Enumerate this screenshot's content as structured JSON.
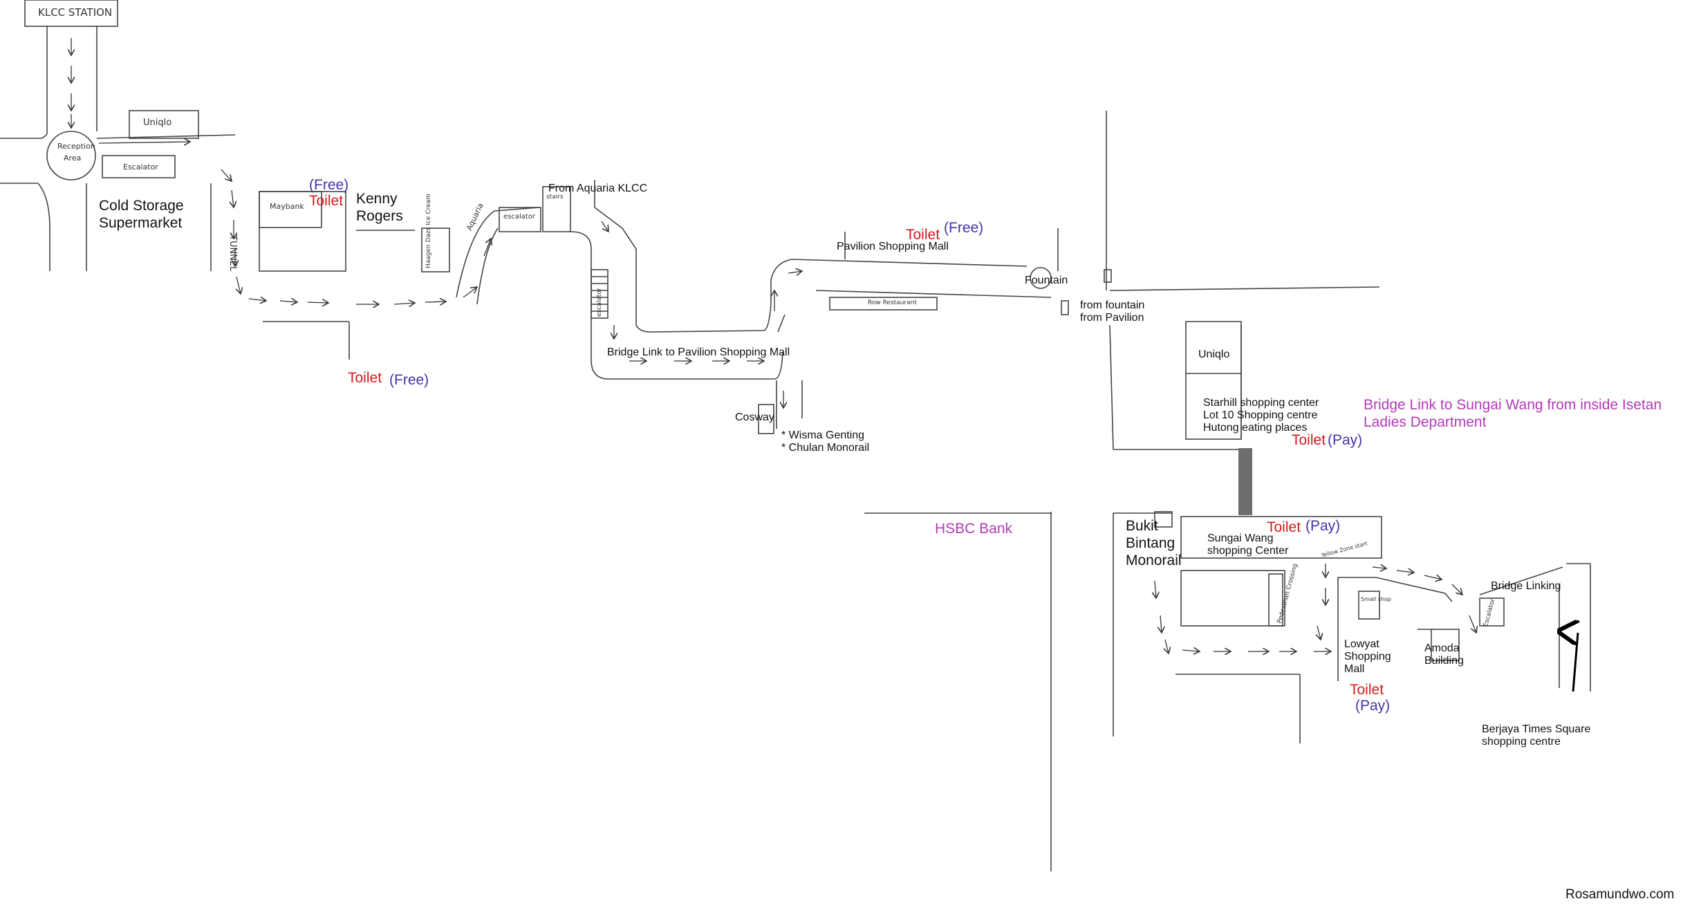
{
  "map_labels": {
    "klcc_station": "KLCC STATION",
    "reception_area_line1": "Reception",
    "reception_area_line2": "Area",
    "uniqlo_top": "Uniqlo",
    "escalator_top": "Escalator",
    "cold_storage_line1": "Cold Storage",
    "cold_storage_line2": "Supermarket",
    "tunnel": "TUNNEL",
    "maybank": "Maybank",
    "toilet_free_1_price": "(Free)",
    "toilet_free_1_label": "Toilet",
    "kenny_rogers_line1": "Kenny",
    "kenny_rogers_line2": "Rogers",
    "ice_cream": "Haagen Dazs Ice Cream",
    "aquaria": "Aquaria",
    "escalator_mid": "escalator",
    "stairs": "stairs",
    "from_aquaria": "From Aquaria KLCC",
    "escalator_vertical": "escalator",
    "toilet_free_2_label": "Toilet",
    "toilet_free_2_price": "(Free)",
    "bridge_link_pavilion": "Bridge Link to Pavilion Shopping Mall",
    "toilet_free_3_label": "Toilet",
    "toilet_free_3_price": "(Free)",
    "pavilion": "Pavilion Shopping Mall",
    "restaurant_strip": "Row Restaurant",
    "fountain": "Fountain",
    "from_fountain_line1": "from fountain",
    "from_fountain_line2": "from Pavilion",
    "cosway": "Cosway",
    "wisma_genting": "* Wisma Genting",
    "chulan_monorail": "* Chulan Monorail",
    "uniqlo_right": "Uniqlo",
    "starhill": "Starhill shopping center",
    "lot10": "Lot 10 Shopping centre",
    "hutong": "Hutong eating places",
    "toilet_pay_1_label": "Toilet",
    "toilet_pay_1_price": "(Pay)",
    "bridge_sungai_wang_line1": "Bridge Link to Sungai Wang from inside Isetan",
    "bridge_sungai_wang_line2": "Ladies Department",
    "hsbc": "HSBC Bank",
    "bukit_bintang_line1": "Bukit",
    "bukit_bintang_line2": "Bintang",
    "bukit_bintang_line3": "Monorail",
    "toilet_pay_2_label": "Toilet",
    "toilet_pay_2_price": "(Pay)",
    "sungai_wang_line1": "Sungai Wang",
    "sungai_wang_line2": "shopping Center",
    "yellow_zone": "Yellow Zone start",
    "bridge_linking": "Bridge Linking",
    "pedestrian_crossing": "Pedestrian Crossing",
    "small_shop": "Small shop",
    "escalator_right": "Escalator",
    "lowyat_line1": "Lowyat",
    "lowyat_line2": "Shopping",
    "lowyat_line3": "Mall",
    "toilet_pay_3_label": "Toilet",
    "toilet_pay_3_price": "(Pay)",
    "amoda_line1": "Amoda",
    "amoda_line2": "Building",
    "berjaya_line1": "Berjaya Times Square",
    "berjaya_line2": "shopping centre",
    "credit": "Rosamundwo.com"
  },
  "colors": {
    "toilet_red": "#d11a1a",
    "price_blue": "#4233a8",
    "highlight_purple": "#b23ab8",
    "bridge_bar": "#6d6d6d",
    "ink": "#222222"
  },
  "icons": [
    "arrow-icon",
    "north-arrow-icon"
  ]
}
